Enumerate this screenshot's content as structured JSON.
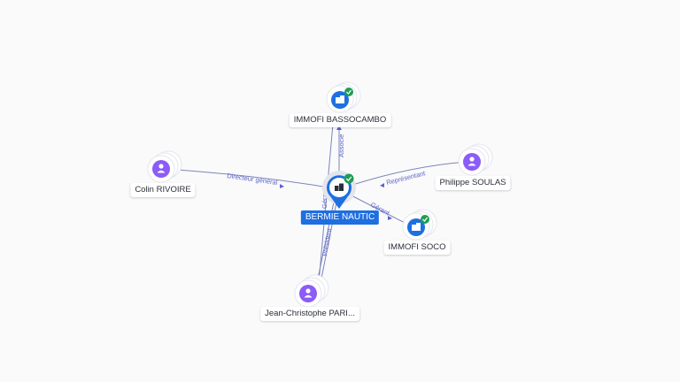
{
  "nodes": {
    "main": {
      "label": "BERMIE NAUTIC",
      "kind": "company",
      "verified": true
    },
    "immofi_bassocambo": {
      "label": "IMMOFI BASSOCAMBO",
      "kind": "company",
      "verified": true
    },
    "immofi_soco": {
      "label": "IMMOFI SOCO",
      "kind": "company",
      "verified": true
    },
    "colin_rivoire": {
      "label": "Colin RIVOIRE",
      "kind": "person"
    },
    "philippe_soulas": {
      "label": "Philippe SOULAS",
      "kind": "person"
    },
    "jean_christophe": {
      "label": "Jean-Christophe PARI...",
      "kind": "person"
    }
  },
  "edges": {
    "associe": "Associé",
    "directeur_general": "Directeur général",
    "representant": "Représentant",
    "gerant": "Gérant",
    "president": "Président",
    "gerant_2": "Gérant"
  },
  "colors": {
    "company": "#1e6fe0",
    "person": "#8b5cf6",
    "verified": "#1f9d55",
    "edge": "#7c84b8",
    "edge_label": "#5a64c8"
  },
  "icons": {
    "company": "building-icon",
    "person": "user-icon",
    "verified": "check-icon"
  }
}
